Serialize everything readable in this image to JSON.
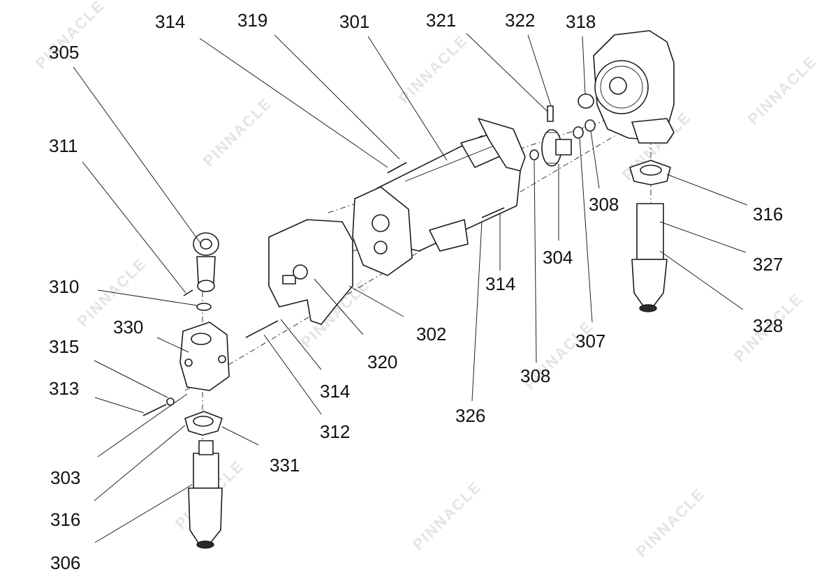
{
  "labels": {
    "l301": "301",
    "l302": "302",
    "l303": "303",
    "l304": "304",
    "l305": "305",
    "l306": "306",
    "l307": "307",
    "l308a": "308",
    "l308b": "308",
    "l310": "310",
    "l311": "311",
    "l312": "312",
    "l313": "313",
    "l314a": "314",
    "l314b": "314",
    "l314c": "314",
    "l315": "315",
    "l316a": "316",
    "l316b": "316",
    "l318": "318",
    "l319": "319",
    "l320": "320",
    "l321": "321",
    "l322": "322",
    "l326": "326",
    "l327": "327",
    "l328": "328",
    "l330": "330",
    "l331": "331"
  },
  "watermark": {
    "brand": "PINNACLE"
  },
  "colors": {
    "ink": "#1a1a1a",
    "watermark": "#e4e4e4",
    "background": "#ffffff"
  }
}
